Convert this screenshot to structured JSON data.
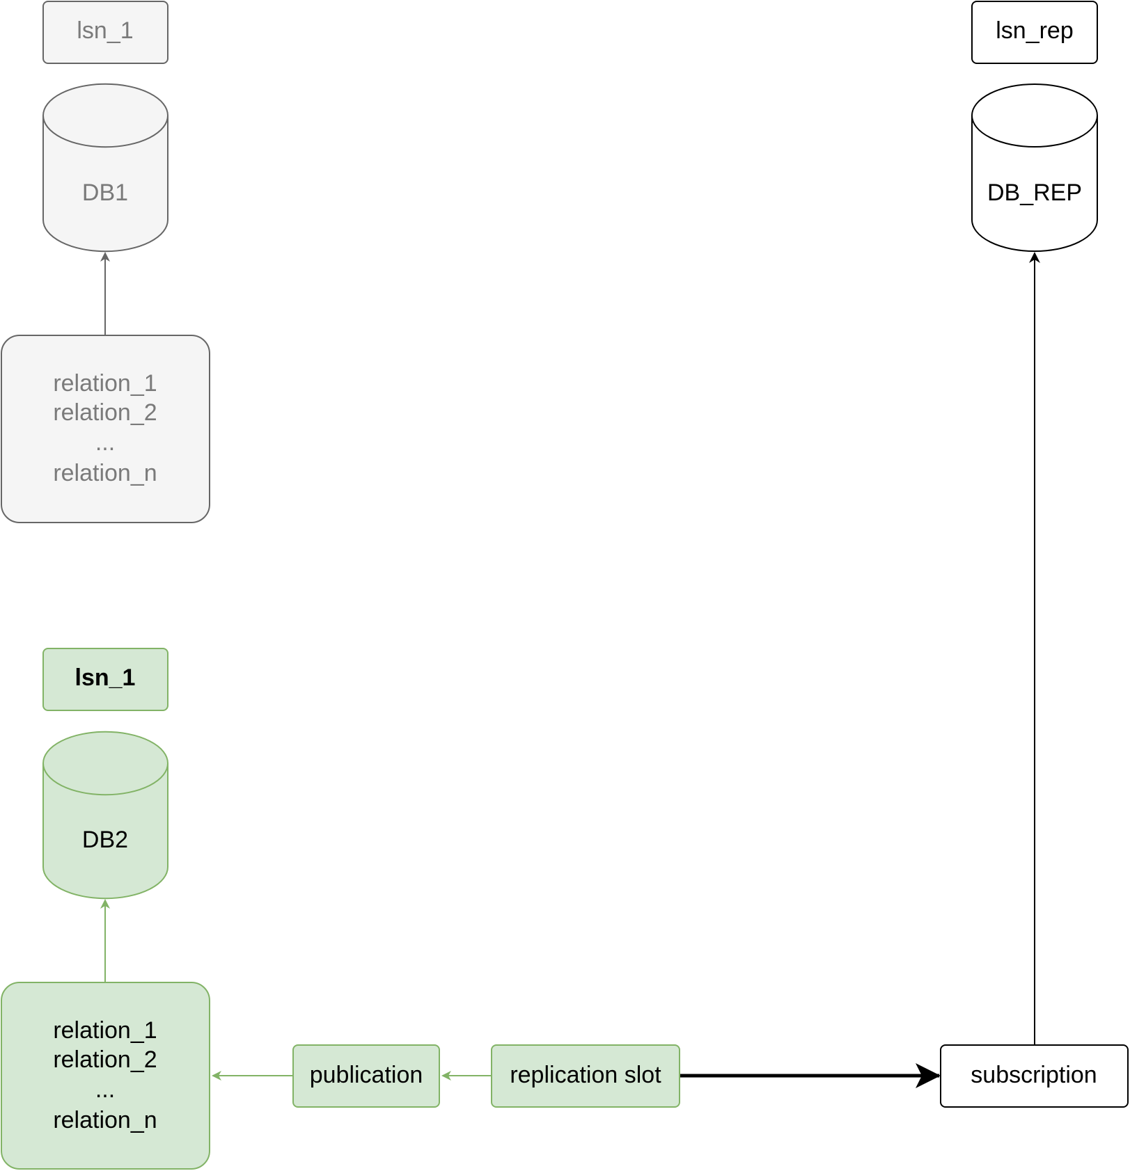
{
  "db1_group": {
    "lsn_label": "lsn_1",
    "db_label": "DB1",
    "relations": [
      "relation_1",
      "relation_2",
      "...",
      "relation_n"
    ]
  },
  "db2_group": {
    "lsn_label": "lsn_1",
    "db_label": "DB2",
    "relations": [
      "relation_1",
      "relation_2",
      "...",
      "relation_n"
    ],
    "publication_label": "publication",
    "replication_slot_label": "replication slot"
  },
  "rep_group": {
    "lsn_label": "lsn_rep",
    "db_label": "DB_REP",
    "subscription_label": "subscription"
  },
  "colors": {
    "gray_stroke": "#666666",
    "gray_fill": "#f5f5f5",
    "gray_text": "#7a7a7a",
    "green_stroke": "#82b366",
    "green_fill": "#d5e8d4",
    "black": "#000000"
  }
}
